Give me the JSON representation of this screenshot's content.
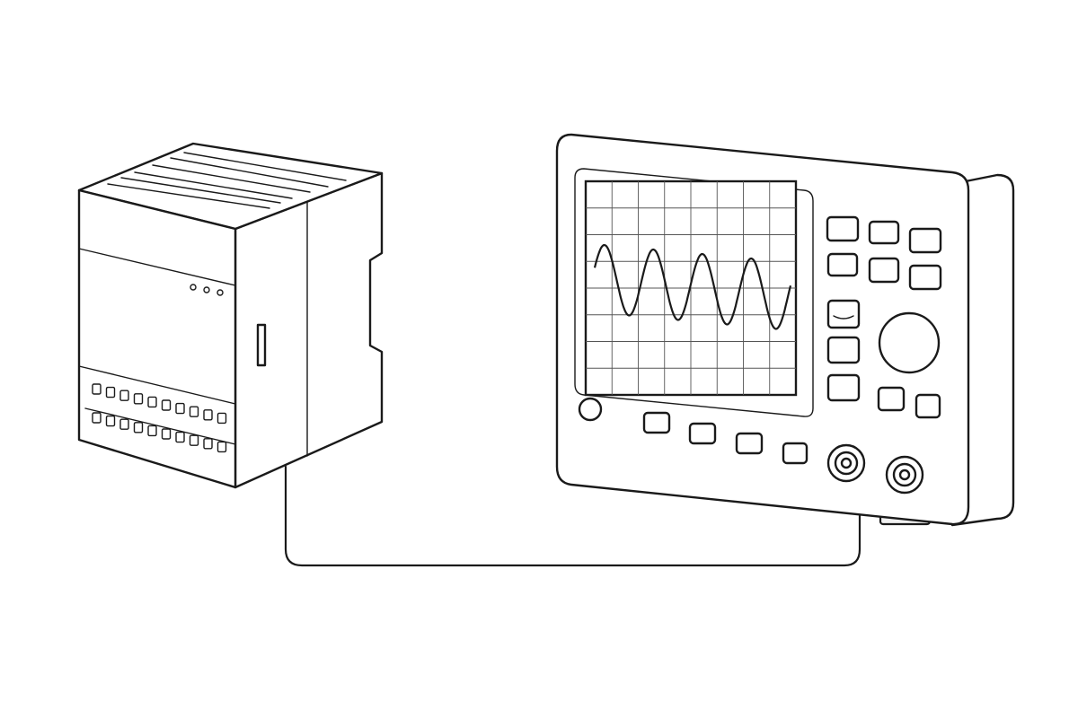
{
  "illustration": {
    "subjects": [
      "plc-controller",
      "oscilloscope",
      "connecting-cable"
    ],
    "colors": {
      "line": "#1a1a1a",
      "background": "#ffffff",
      "shade": "#f1f1f1"
    },
    "oscilloscope": {
      "waveform": "sine",
      "visible_cycles": 4
    }
  }
}
